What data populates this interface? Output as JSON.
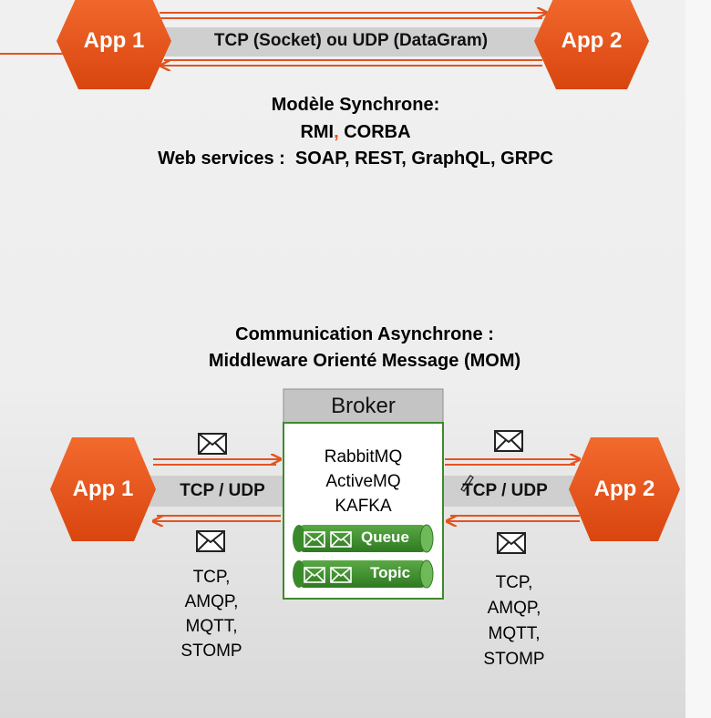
{
  "sync": {
    "app1": "App 1",
    "app2": "App 2",
    "channel": "TCP (Socket) ou UDP (DataGram)",
    "title": "Modèle Synchrone:",
    "line2_a": "RMI",
    "line2_sep": ",",
    "line2_b": " CORBA",
    "line3": "Web services :  SOAP, REST, GraphQL, GRPC"
  },
  "async": {
    "title1": "Communication Asynchrone :",
    "title2": "Middleware Orienté Message (MOM)",
    "app1": "App 1",
    "app2": "App 2",
    "channel_left": "TCP / UDP",
    "channel_right": "TCP / UDP",
    "broker": {
      "header": "Broker",
      "items": [
        "RabbitMQ",
        "ActiveMQ",
        "KAFKA"
      ],
      "queue": "Queue",
      "topic": "Topic"
    },
    "protocols_left": [
      "TCP,",
      "AMQP,",
      "MQTT,",
      "STOMP"
    ],
    "protocols_right": [
      "TCP,",
      "AMQP,",
      "MQTT,",
      "STOMP"
    ]
  },
  "colors": {
    "hex": "#e8521c",
    "arrow": "#e2541f",
    "band": "#cfcfcf",
    "broker_border": "#3f8a2a",
    "cylinder": "#3c8a2e"
  }
}
